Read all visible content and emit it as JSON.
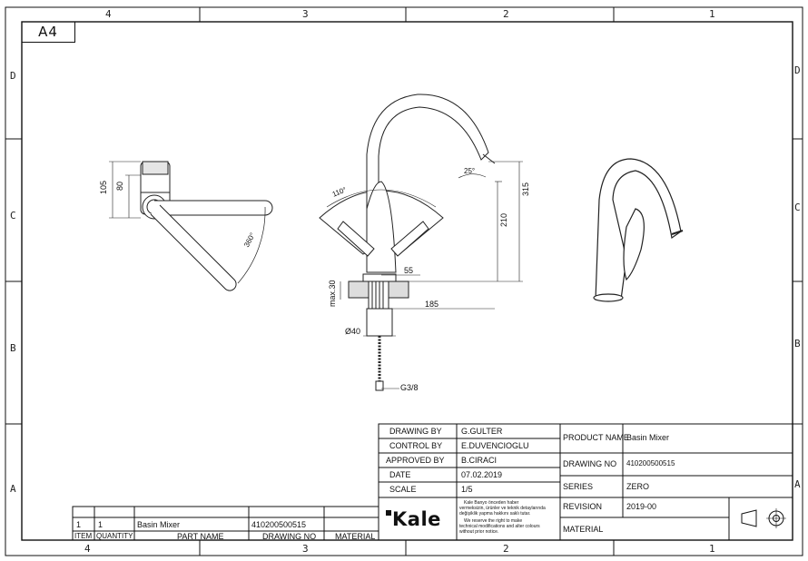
{
  "sheet": {
    "size_label": "A4",
    "column_labels_top": [
      "4",
      "3",
      "2",
      "1"
    ],
    "column_labels_bottom": [
      "4",
      "3",
      "2",
      "1"
    ],
    "row_labels_left": [
      "D",
      "C",
      "B",
      "A"
    ],
    "row_labels_right": [
      "D",
      "C",
      "B",
      "A"
    ]
  },
  "dimensions": {
    "side_105": "105",
    "side_80": "80",
    "side_rotation": "360°",
    "front_110": "110°",
    "front_25": "25°",
    "front_315": "315",
    "front_210": "210",
    "front_55": "55",
    "front_max30": "max.30",
    "front_185": "185",
    "front_d40": "Ø40",
    "hose_thread": "G3/8"
  },
  "title_block": {
    "drawing_by_label": "DRAWING BY",
    "drawing_by_value": "G.GULTER",
    "control_by_label": "CONTROL BY",
    "control_by_value": "E.DUVENCIOGLU",
    "approved_by_label": "APPROVED BY",
    "approved_by_value": "B.CIRACI",
    "date_label": "DATE",
    "date_value": "07.02.2019",
    "scale_label": "SCALE",
    "scale_value": "1/5",
    "product_name_label": "PRODUCT NAME",
    "product_name_value": "Basin Mixer",
    "drawing_no_label": "DRAWING NO",
    "drawing_no_value": "410200500515",
    "series_label": "SERIES",
    "series_value": "ZERO",
    "revision_label": "REVISION",
    "revision_value": "2019-00",
    "material_label": "MATERIAL",
    "logo": "Kale",
    "note_tr_1": "Kale Banyo önceden haber",
    "note_tr_2": "vermeksizin, ürünler ve teknik detaylarında",
    "note_tr_3": "değişiklik yapma hakkını saklı tutar.",
    "note_en_1": "We reserve the right to make",
    "note_en_2": "technical modifications and alter colours",
    "note_en_3": "without prior notice."
  },
  "parts_list": {
    "headers": [
      "ITEM",
      "QUANTITY",
      "PART NAME",
      "DRAWING NO",
      "MATERIAL"
    ],
    "rows": [
      {
        "item": "1",
        "quantity": "1",
        "part_name": "Basin Mixer",
        "drawing_no": "410200500515",
        "material": ""
      }
    ]
  }
}
